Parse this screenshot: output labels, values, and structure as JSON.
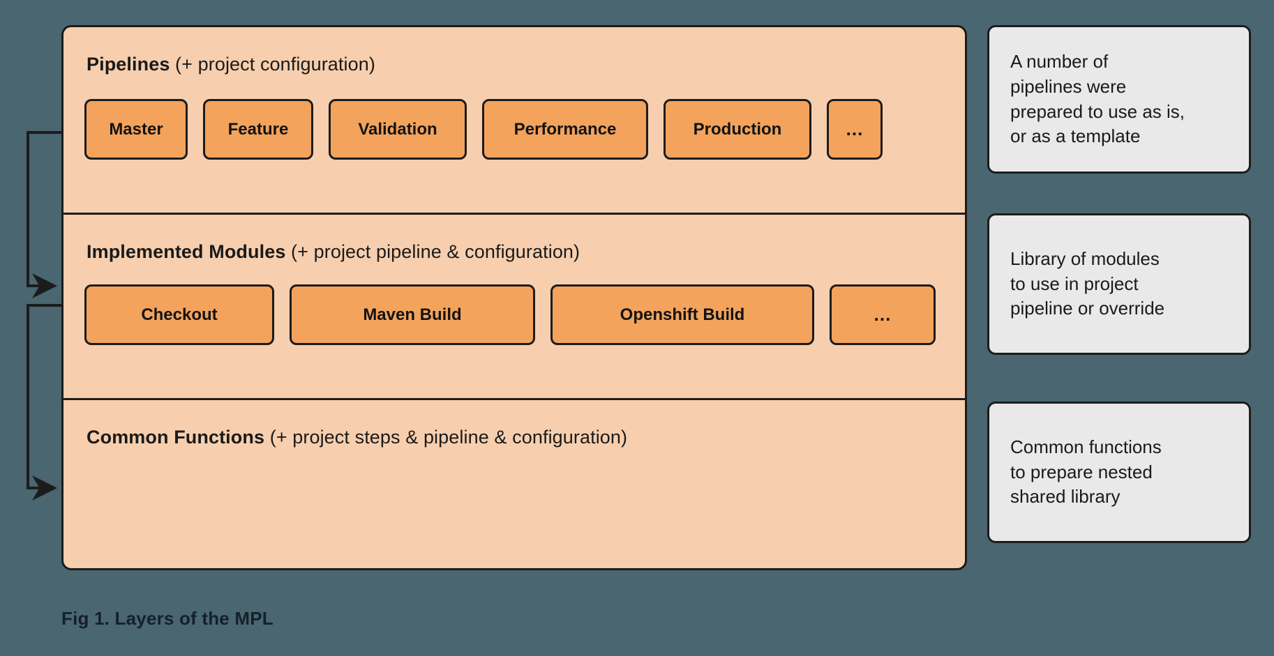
{
  "figure": {
    "caption": "Fig 1. Layers of the MPL"
  },
  "layers": [
    {
      "id": "pipelines",
      "title_strong": "Pipelines",
      "title_light": " (+ project configuration)",
      "boxes": [
        {
          "label": "Master",
          "key": "w-master"
        },
        {
          "label": "Feature",
          "key": "w-feature"
        },
        {
          "label": "Validation",
          "key": "w-validation"
        },
        {
          "label": "Performance",
          "key": "w-performance"
        },
        {
          "label": "Production",
          "key": "w-production"
        },
        {
          "label": "...",
          "key": "w-ellipsis"
        }
      ]
    },
    {
      "id": "modules",
      "title_strong": "Implemented Modules",
      "title_light": " (+ project pipeline & configuration)",
      "boxes": [
        {
          "label": "Checkout",
          "key": "w-checkout"
        },
        {
          "label": "Maven Build",
          "key": "w-maven"
        },
        {
          "label": "Openshift Build",
          "key": "w-openshift"
        },
        {
          "label": "...",
          "key": "w-ellipsis2"
        }
      ]
    },
    {
      "id": "common",
      "title_strong": "Common Functions",
      "title_light": " (+ project steps & pipeline & configuration)",
      "boxes": []
    }
  ],
  "notes": [
    {
      "text": "A number of\npipelines were\nprepared to use as is,\nor as a template"
    },
    {
      "text": "Library of modules\nto use in project\npipeline or override"
    },
    {
      "text": "Common functions\nto prepare nested\nshared library"
    }
  ],
  "colors": {
    "background": "#4a6670",
    "panel_fill": "#f7cfae",
    "chip_fill": "#f3a35c",
    "note_fill": "#e9e9e9",
    "stroke": "#1c1c1c"
  },
  "connectors": [
    {
      "name": "pipelines-to-modules",
      "from": "pipelines-layer",
      "to": "modules-layer"
    },
    {
      "name": "modules-to-common",
      "from": "modules-layer",
      "to": "common-layer"
    }
  ]
}
